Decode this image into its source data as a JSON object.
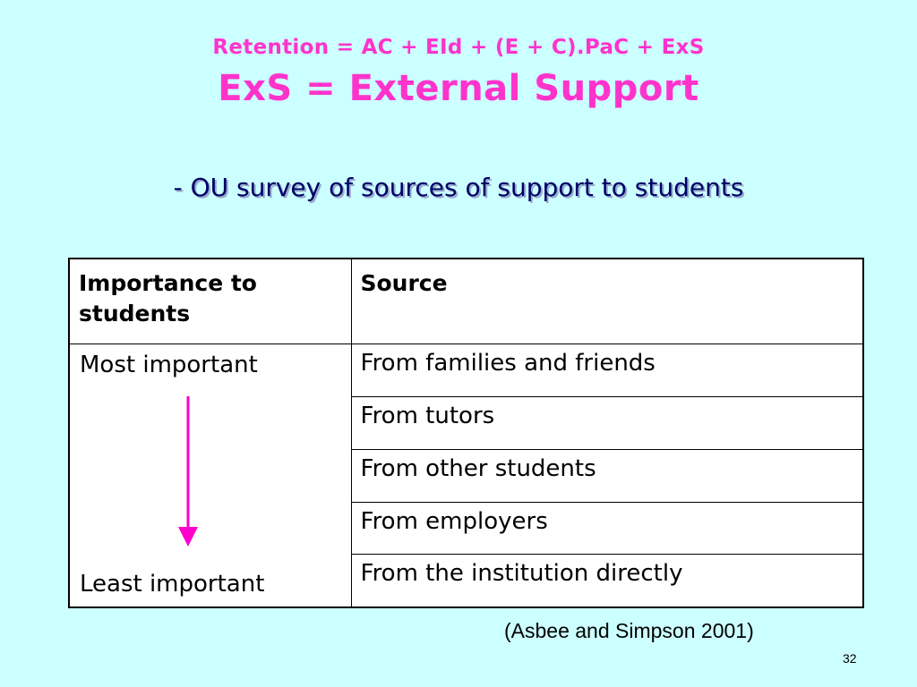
{
  "slide": {
    "formula": "Retention = AC + EId + (E + C).PaC + ExS",
    "heading": "ExS = External Support",
    "subtitle": "- OU survey of sources of support to students"
  },
  "table": {
    "headers": [
      "Importance to students",
      "Source"
    ],
    "importance_top": "Most important",
    "importance_bottom": "Least important",
    "sources": [
      "From families and friends",
      "From tutors",
      "From other students",
      "From employers",
      "From the institution directly"
    ]
  },
  "citation": "(Asbee and Simpson 2001)",
  "page_number": "32",
  "colors": {
    "background": "#ccffff",
    "accent": "#ff33cc",
    "subtitle": "#000066"
  },
  "icons": {
    "importance_arrow": "down-arrow-icon"
  }
}
